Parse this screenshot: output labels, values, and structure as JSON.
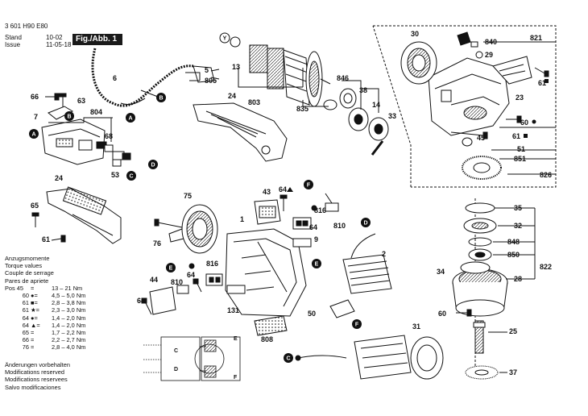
{
  "header": {
    "doc_number": "3 601 H90 E80",
    "stand_label": "Stand",
    "stand_date": "10-02",
    "issue_label": "Issue",
    "issue_date": "11-05-18",
    "figure_tag": "Fig./Abb. 1"
  },
  "torque": {
    "lines": [
      "Anzugsmomente",
      "Torque values",
      "Couple de serrage",
      "Pares de apriete"
    ],
    "rows": [
      {
        "pos": "Pos 45",
        "mark": "=",
        "value": "13 – 21 Nm"
      },
      {
        "pos": "60",
        "mark": "●=",
        "value": "4,5 – 5,0 Nm"
      },
      {
        "pos": "61",
        "mark": "■=",
        "value": "2,8 – 3,8 Nm"
      },
      {
        "pos": "61",
        "mark": "★=",
        "value": "2,3 – 3,0 Nm"
      },
      {
        "pos": "64",
        "mark": "●=",
        "value": "1,4 – 2,0 Nm"
      },
      {
        "pos": "64",
        "mark": "▲=",
        "value": "1,4 – 2,0 Nm"
      },
      {
        "pos": "65",
        "mark": "=",
        "value": "1,7 – 2,2 Nm"
      },
      {
        "pos": "66",
        "mark": "=",
        "value": "2,2 – 2,7 Nm"
      },
      {
        "pos": "76",
        "mark": "=",
        "value": "2,8 – 4,0 Nm"
      }
    ]
  },
  "footer": [
    "Änderungen vorbehalten",
    "Modifications reserved",
    "Modifications reservees",
    "Salvo modificaciones"
  ],
  "connectors": [
    "A",
    "B",
    "C",
    "D",
    "E",
    "F",
    "Y"
  ],
  "part_labels": {
    "p5": "5",
    "p805": "805",
    "p6": "6",
    "p66": "66",
    "p63": "63",
    "p7": "7",
    "p804": "804",
    "p68": "68",
    "p53": "53",
    "p13": "13",
    "p803": "803",
    "p24a": "24",
    "p835": "835",
    "p846": "846",
    "p38": "38",
    "p14": "14",
    "p33": "33",
    "p30": "30",
    "p840": "840",
    "p29": "29",
    "p821": "821",
    "p61a": "61",
    "p23": "23",
    "p60a": "60",
    "p61b": "61",
    "p45": "45",
    "p51": "51",
    "p851": "851",
    "p826": "826",
    "p24b": "24",
    "p65": "65",
    "p61c": "61",
    "p75": "75",
    "p76": "76",
    "p43": "43",
    "p64a": "64",
    "p816a": "816",
    "p64b": "64",
    "p810a": "810",
    "p1": "1",
    "p9": "9",
    "p2": "2",
    "p816b": "816",
    "p64c": "64",
    "p810b": "810",
    "p44": "44",
    "p64d": "64",
    "p131": "131",
    "p50": "50",
    "p808": "808",
    "p31": "31",
    "p35": "35",
    "p32": "32",
    "p848": "848",
    "p850": "850",
    "p34": "34",
    "p822": "822",
    "p28": "28",
    "p60b": "60",
    "p25": "25",
    "p37": "37"
  },
  "wiring_labels": {
    "c": "C",
    "d": "D",
    "e": "E",
    "f": "F"
  },
  "colors": {
    "ink": "#111111",
    "label_bg": "#1a1a1a",
    "paper": "#ffffff"
  }
}
